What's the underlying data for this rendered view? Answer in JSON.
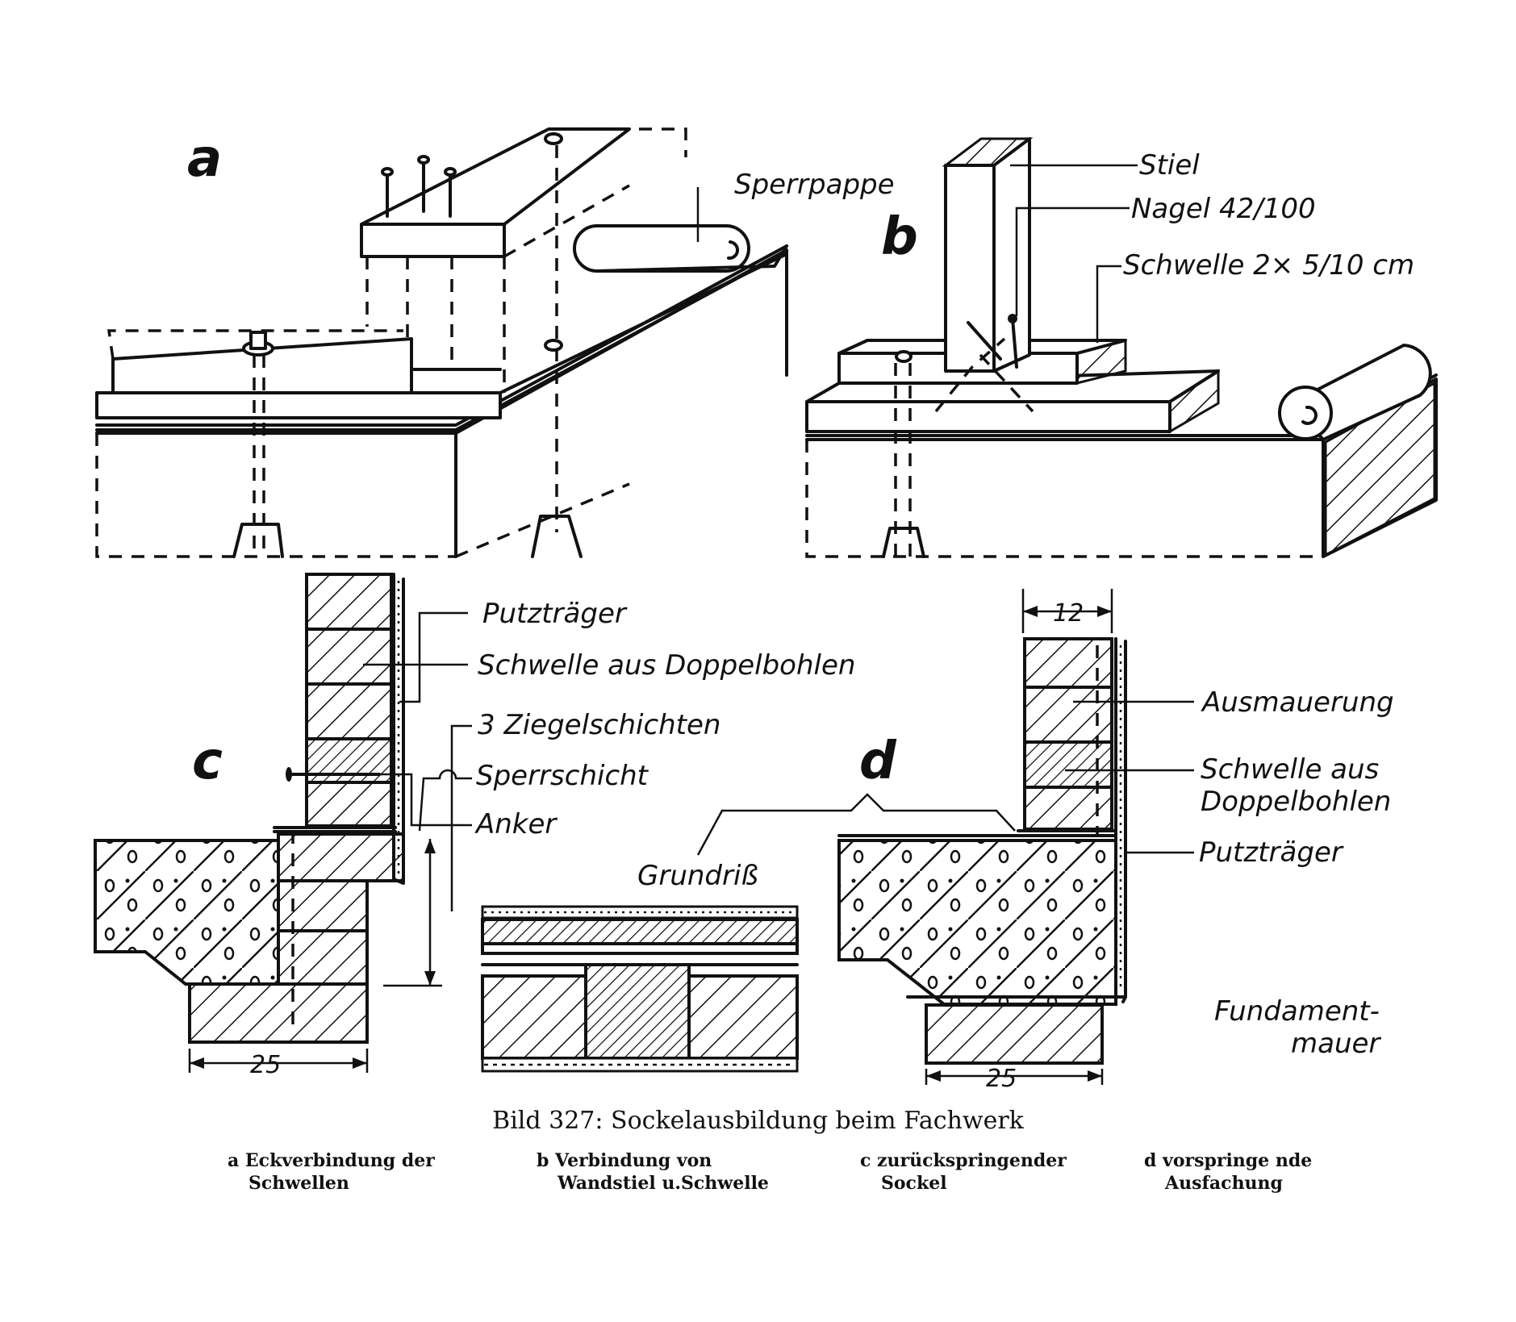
{
  "figure": {
    "panel_letters": {
      "a": "a",
      "b": "b",
      "c": "c",
      "d": "d"
    },
    "labels_a": {
      "sperrpappe": "Sperrpappe"
    },
    "labels_b": {
      "stiel": "Stiel",
      "nagel": "Nagel 42/100",
      "schwelle": "Schwelle 2× 5/10 cm"
    },
    "labels_c": {
      "putztraeger": "Putzträger",
      "schwelle": "Schwelle aus Doppelbohlen",
      "ziegel": "3 Ziegelschichten",
      "sperrschicht": "Sperrschicht",
      "anker": "Anker",
      "dim_25": "25"
    },
    "labels_grundriss": {
      "title": "Grundriß"
    },
    "labels_d": {
      "dim_12": "12",
      "ausmauerung": "Ausmauerung",
      "schwelle_line1": "Schwelle aus",
      "schwelle_line2": "Doppelbohlen",
      "putztraeger": "Putzträger",
      "fundament_line1": "Fundament-",
      "fundament_line2": "mauer",
      "dim_25": "25"
    }
  },
  "caption": {
    "title": "Bild 327:  Sockelausbildung beim Fachwerk",
    "items": [
      {
        "line1": "a Eckverbindung der",
        "line2": "Schwellen"
      },
      {
        "line1": "b Verbindung von",
        "line2": "Wandstiel u.Schwelle"
      },
      {
        "line1": "c zurückspringender",
        "line2": "Sockel"
      },
      {
        "line1": "d vorspringe nde",
        "line2": "Ausfachung"
      }
    ]
  }
}
